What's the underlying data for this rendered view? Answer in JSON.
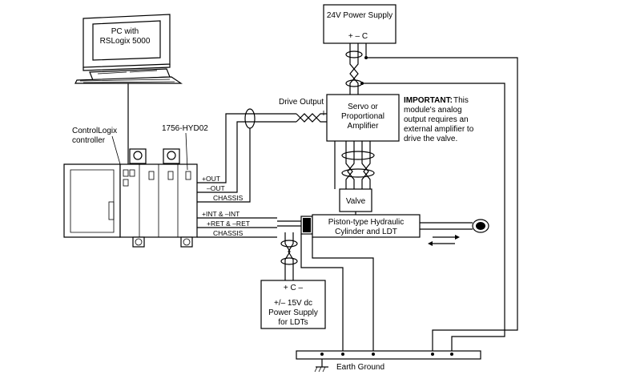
{
  "pc": {
    "line1": "PC with",
    "line2": "RSLogix 5000"
  },
  "controller": {
    "line1": "ControlLogix",
    "line2": "controller"
  },
  "module": {
    "name": "1756-HYD02"
  },
  "power24": {
    "title": "24V Power Supply",
    "terminals": "+ – C"
  },
  "drive_output": "Drive Output",
  "amplifier": {
    "line1": "Servo or",
    "line2": "Proportional",
    "line3": "Amplifier"
  },
  "important": {
    "label": "IMPORTANT:",
    "line1": "This",
    "line2": "module's analog",
    "line3": "output requires an",
    "line4": "external amplifier to",
    "line5": "drive the valve."
  },
  "valve": "Valve",
  "cylinder": {
    "line1": "Piston-type Hydraulic",
    "line2": "Cylinder and LDT"
  },
  "wires": {
    "out_plus": "+OUT",
    "out_minus": "–OUT",
    "chassis1": "CHASSIS",
    "int": "+INT & –INT",
    "ret": "+RET & –RET",
    "chassis2": "CHASSIS"
  },
  "power15": {
    "terminals": "+ C –",
    "line1": "+/– 15V dc",
    "line2": "Power Supply",
    "line3": "for LDTs"
  },
  "earth_ground": "Earth Ground"
}
